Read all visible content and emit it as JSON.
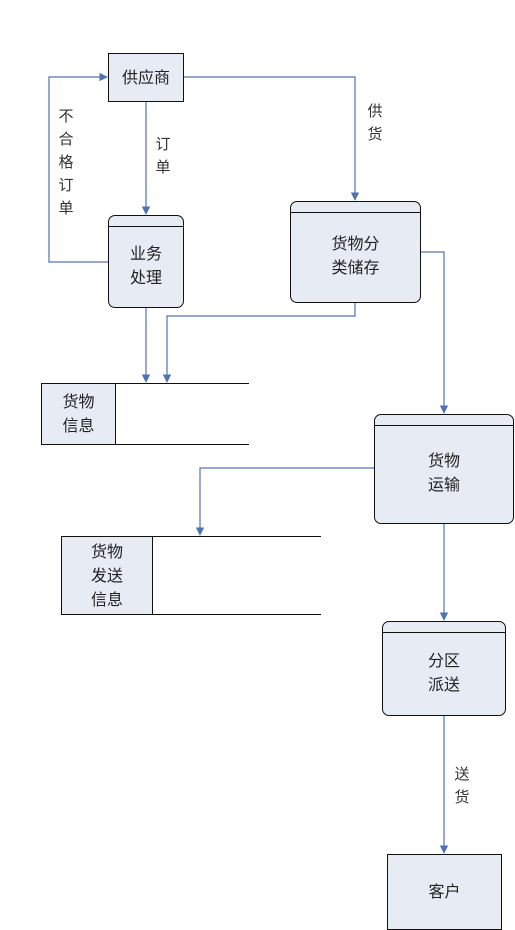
{
  "nodes": {
    "supplier": "供应商",
    "business": "业务\n处理",
    "storage": "货物分\n类储存",
    "transport": "货物\n运输",
    "dispatch": "分区\n派送",
    "customer": "客户"
  },
  "stores": {
    "goods_info": "货物\n信息",
    "shipping_info": "货物\n发送\n信息"
  },
  "edges": {
    "reject_order": "不\n合\n格\n订\n单",
    "order": "订\n单",
    "supply": "供\n货",
    "deliver": "送\n货"
  },
  "colors": {
    "arrow": "#4f73b2",
    "fill": "#e7ebf4",
    "stroke": "#111111"
  }
}
